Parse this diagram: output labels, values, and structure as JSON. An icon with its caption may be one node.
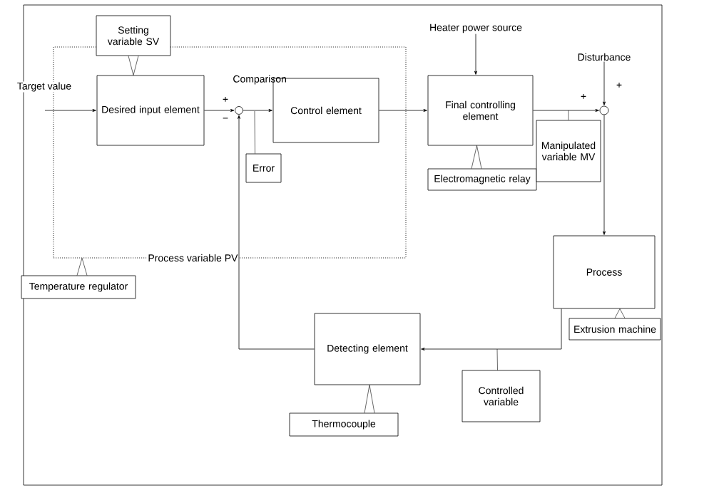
{
  "diagram": {
    "nodes": [
      {
        "text": [],
        "shape": "box"
      },
      {
        "text": [
          "Desired input element"
        ],
        "in": 0
      },
      {
        "text": [],
        "shape": "circle",
        "in": 0,
        "beside": [
          "+",
          "−"
        ]
      },
      {
        "text": [
          "Control element"
        ],
        "in": 0
      },
      {
        "text": [
          "Error"
        ],
        "in": 0
      },
      {
        "text": [
          "Setting variable SV"
        ]
      },
      {
        "text": [
          "Final controlling element"
        ]
      },
      {
        "text": [
          "Electromagnetic relay"
        ]
      },
      {
        "text": [],
        "shape": "circle",
        "beside": [
          "+",
          "+"
        ]
      },
      {
        "text": [
          "Manipulated variable MV"
        ]
      },
      {
        "text": [
          "Process"
        ]
      },
      {
        "text": [
          "Extrusion machine"
        ]
      },
      {
        "text": [
          "Detecting element"
        ]
      },
      {
        "text": [
          "Controlled variable"
        ]
      },
      {
        "text": [
          "Thermocouple"
        ]
      },
      {
        "text": [
          "Temperature regulator"
        ]
      },
      {
        "text": [
          "Heater power source"
        ]
      },
      {
        "text": [
          "Disturbance"
        ]
      }
    ],
    "edges": [
      {
        "from": null,
        "to": 1,
        "arrow": "to",
        "label": "Target value"
      },
      {
        "from": 1,
        "to": 2,
        "arrow": "to"
      },
      {
        "from": 2,
        "to": 3,
        "arrow": "to"
      },
      {
        "from": 3,
        "to": 6,
        "arrow": "to"
      },
      {
        "from": 16,
        "to": 6,
        "arrow": "to"
      },
      {
        "from": 6,
        "to": 8,
        "arrow": "to"
      },
      {
        "from": 17,
        "to": 8,
        "arrow": "to"
      },
      {
        "from": 8,
        "to": 10,
        "arrow": "to"
      },
      {
        "from": 10,
        "to": 12,
        "arrow": "to"
      },
      {
        "from": 12,
        "to": 2,
        "arrow": "to"
      },
      {
        "from": 5,
        "to": 1,
        "arrow": "none"
      },
      {
        "from": 4,
        "to": null,
        "arrow": "none"
      },
      {
        "from": 7,
        "to": 6,
        "arrow": "none"
      },
      {
        "from": 9,
        "to": null,
        "arrow": "none"
      },
      {
        "from": 11,
        "to": 10,
        "arrow": "none"
      },
      {
        "from": 13,
        "to": null,
        "arrow": "none"
      },
      {
        "from": 14,
        "to": 12,
        "arrow": "none"
      },
      {
        "from": 15,
        "to": 0,
        "arrow": "none"
      }
    ],
    "labels": [
      "Comparison",
      "Process variable PV"
    ]
  }
}
